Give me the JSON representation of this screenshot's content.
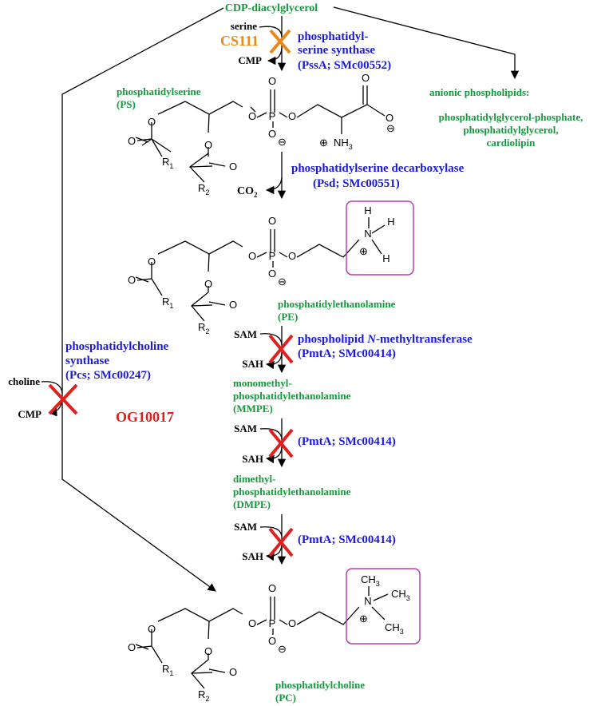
{
  "start": {
    "label": "CDP-diacylglycerol"
  },
  "reaction_pssa": {
    "substrate_in": "serine",
    "product_out": "CMP",
    "mutant": "CS111",
    "enzyme_line1": "phosphatidyl-",
    "enzyme_line2": "serine synthase",
    "gene": "(PssA; SMc00552)"
  },
  "anionic": {
    "title": "anionic phospholipids:",
    "line1": "phosphatidylglycerol-phosphate,",
    "line2": "phosphatidylglycerol,",
    "line3": "cardiolipin"
  },
  "ps": {
    "name": "phosphatidylserine",
    "abbr": "(PS)"
  },
  "reaction_psd": {
    "product_out": "CO",
    "product_sub": "2",
    "enzyme": "phosphatidylserine decarboxylase",
    "gene": "(Psd; SMc00551)"
  },
  "pe": {
    "name": "phosphatidylethanolamine",
    "abbr": "(PE)"
  },
  "reaction_pmta1": {
    "in": "SAM",
    "out": "SAH",
    "enzyme_prefix": "phospholipid ",
    "enzyme_italic": "N",
    "enzyme_suffix": "-methyltransferase",
    "gene": "(PmtA; SMc00414)"
  },
  "mmpe": {
    "line1": "monomethyl-",
    "line2": "phosphatidylethanolamine",
    "abbr": "(MMPE)"
  },
  "reaction_pmta2": {
    "in": "SAM",
    "out": "SAH",
    "gene": "(PmtA; SMc00414)"
  },
  "dmpe": {
    "line1": "dimethyl-",
    "line2": "phosphatidylethanolamine",
    "abbr": "(DMPE)"
  },
  "reaction_pmta3": {
    "in": "SAM",
    "out": "SAH",
    "gene": "(PmtA; SMc00414)"
  },
  "reaction_pcs": {
    "in": "choline",
    "out": "CMP",
    "enzyme_line1": "phosphatidylcholine",
    "enzyme_line2": "synthase",
    "gene": "(Pcs; SMc00247)",
    "mutant": "OG10017"
  },
  "pc": {
    "name": "phosphatidylcholine",
    "abbr": "(PC)"
  },
  "atoms": {
    "O": "O",
    "P": "P",
    "H": "H",
    "N": "N",
    "R1": "R",
    "R1sub": "1",
    "R2": "R",
    "R2sub": "2",
    "NH3": "NH",
    "NH3sub": "3",
    "CH3": "CH",
    "CH3sub": "3",
    "minus": "⊖",
    "plus": "⊕"
  },
  "colors": {
    "compound_green": "#149a3c",
    "enzyme_blue": "#1a1adb",
    "knockout_red": "#e01f1f",
    "mutant_orange": "#e8891c",
    "box_magenta": "#c43bb4"
  }
}
